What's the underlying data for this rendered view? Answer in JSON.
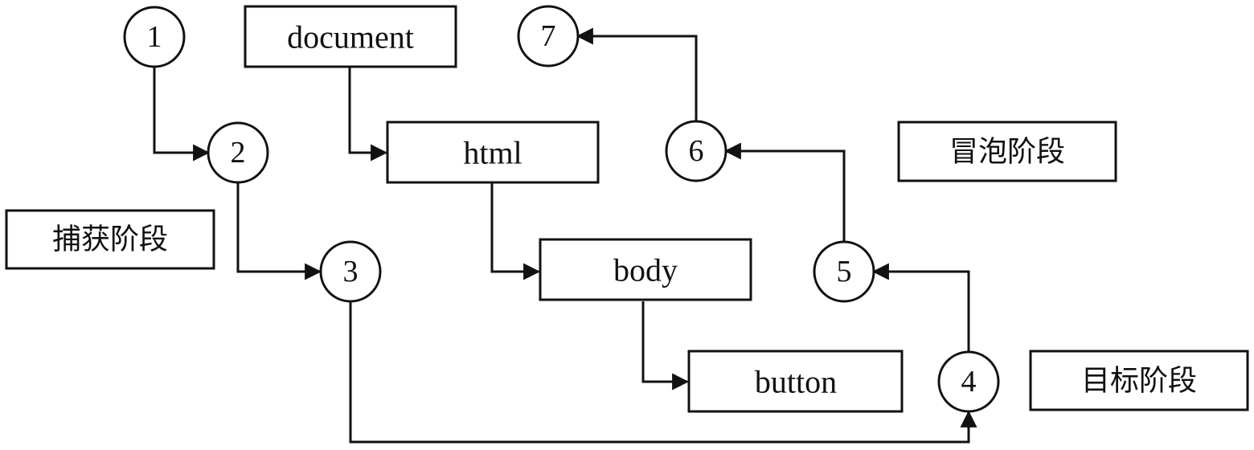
{
  "nodes": {
    "document": "document",
    "html": "html",
    "body": "body",
    "button": "button"
  },
  "steps": {
    "s1": "1",
    "s2": "2",
    "s3": "3",
    "s4": "4",
    "s5": "5",
    "s6": "6",
    "s7": "7"
  },
  "phases": {
    "capture": "捕获阶段",
    "target": "目标阶段",
    "bubble": "冒泡阶段"
  }
}
